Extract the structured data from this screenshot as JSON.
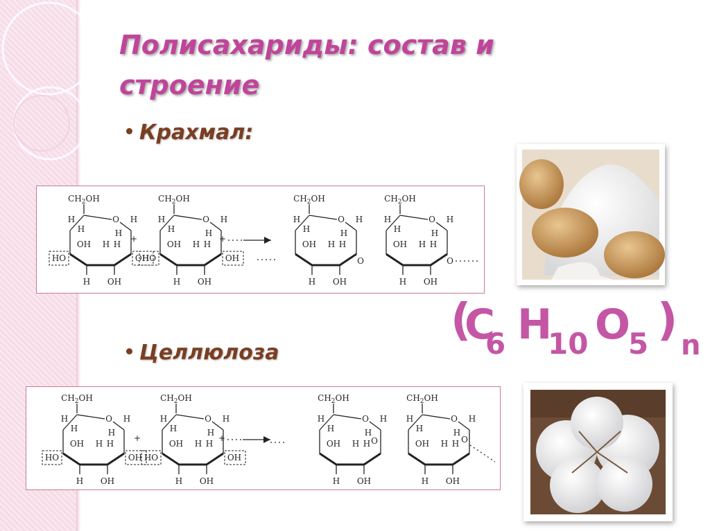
{
  "slide": {
    "title": "Полисахариды: состав и строение",
    "starch_label": "Крахмал:",
    "cellulose_label": "Целлюлоза"
  },
  "formula": {
    "open_paren": "(",
    "C": "C",
    "C_sub": "6",
    "H": "H",
    "H_sub": "10",
    "O": "O",
    "O_sub": "5",
    "close_paren": ")",
    "n": "n"
  },
  "structure": {
    "ch2oh": "CH2OH",
    "h": "H",
    "o": "O",
    "oh": "OH",
    "ho": "HO",
    "plus": "+"
  },
  "images": {
    "starch_icon": "starch-potato-photo",
    "cotton_icon": "cotton-boll-photo"
  },
  "colors": {
    "title": "#c0459a",
    "bullets": "#7a3e22",
    "formula": "#c456a5",
    "box_border": "#c77a93"
  }
}
